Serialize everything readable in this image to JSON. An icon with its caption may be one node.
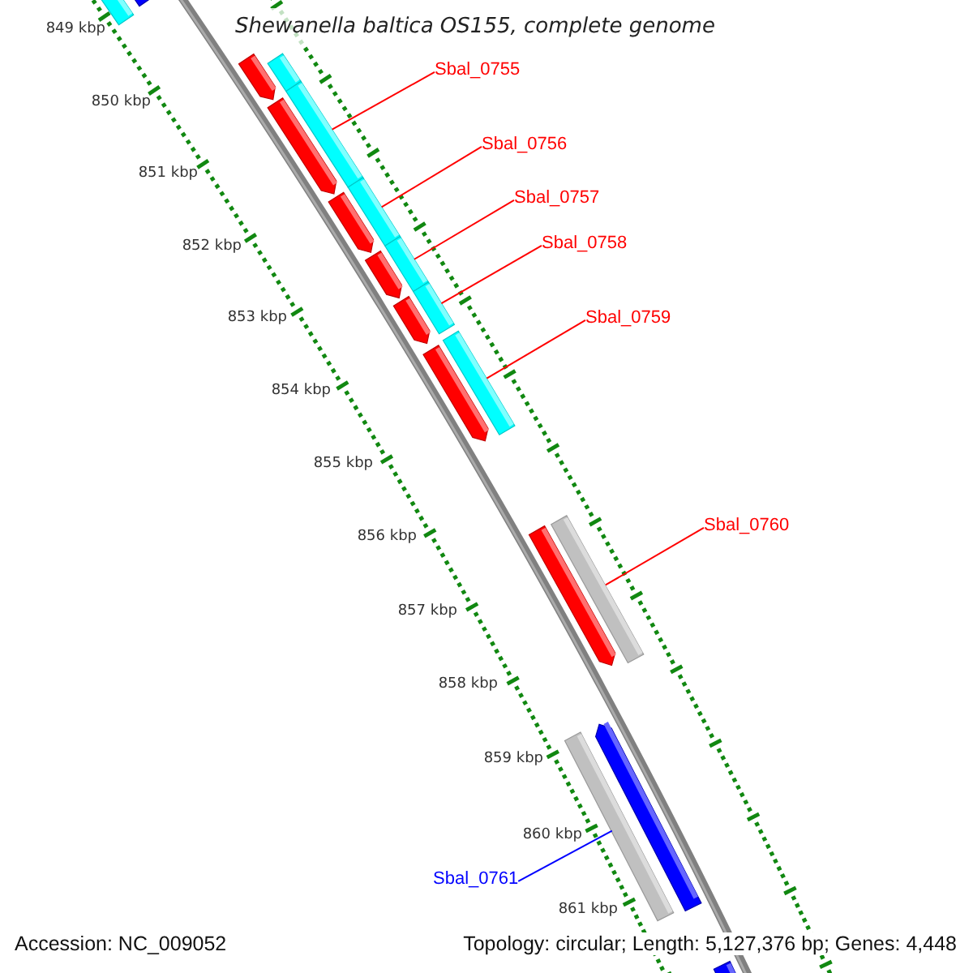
{
  "diagram": {
    "title": "Shewanella baltica OS155, complete genome",
    "nodes": [
      {
        "text": [
          "Sbal_0755"
        ]
      },
      {
        "text": [
          "Sbal_0756"
        ]
      },
      {
        "text": [
          "Sbal_0757"
        ]
      },
      {
        "text": [
          "Sbal_0758"
        ]
      },
      {
        "text": [
          "Sbal_0759"
        ]
      },
      {
        "text": [
          "Sbal_0760"
        ]
      },
      {
        "text": [
          "Sbal_0761"
        ]
      },
      {
        "text": [],
        "shape": "bar"
      },
      {
        "text": [],
        "shape": "bar"
      },
      {
        "text": [],
        "shape": "bar"
      },
      {
        "text": [],
        "shape": "bar"
      },
      {
        "text": [],
        "shape": "bar"
      },
      {
        "text": [],
        "shape": "bar"
      },
      {
        "text": [],
        "shape": "bar"
      },
      {
        "text": [],
        "shape": "bar"
      },
      {
        "text": [],
        "shape": "bar"
      },
      {
        "text": [],
        "shape": "bar"
      },
      {
        "text": [],
        "shape": "bar"
      },
      {
        "text": [],
        "shape": "bar"
      },
      {
        "text": [],
        "shape": "bar"
      },
      {
        "text": [],
        "shape": "bar"
      },
      {
        "text": [],
        "shape": "bar"
      },
      {
        "text": [],
        "shape": "bar"
      },
      {
        "text": [],
        "shape": "bar"
      },
      {
        "text": [],
        "shape": "bar"
      },
      {
        "text": [],
        "shape": "bar"
      }
    ],
    "edges": [
      {
        "from": 0,
        "to": 7,
        "arrow": "none"
      },
      {
        "from": 1,
        "to": 8,
        "arrow": "none"
      },
      {
        "from": 2,
        "to": 9,
        "arrow": "none"
      },
      {
        "from": 3,
        "to": 10,
        "arrow": "none"
      },
      {
        "from": 4,
        "to": 11,
        "arrow": "none"
      },
      {
        "from": 5,
        "to": 12,
        "arrow": "none"
      },
      {
        "from": 6,
        "to": 13,
        "arrow": "none",
        "color": "#0000ff"
      }
    ],
    "labels": [
      "849 kbp",
      "850 kbp",
      "851 kbp",
      "852 kbp",
      "853 kbp",
      "854 kbp",
      "855 kbp",
      "856 kbp",
      "857 kbp",
      "858 kbp",
      "859 kbp",
      "860 kbp",
      "861 kbp",
      "Accession: NC_009052",
      "Topology: circular; Length: 5,127,376 bp; Genes: 4,448"
    ]
  }
}
